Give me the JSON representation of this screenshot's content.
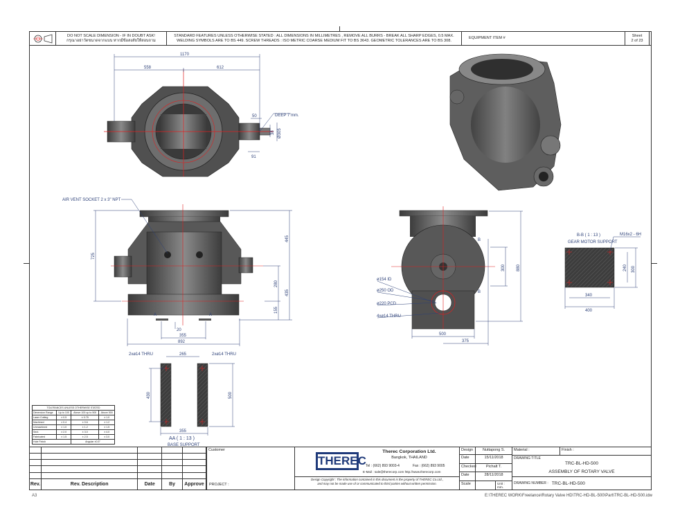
{
  "header": {
    "warning_en": "DO NOT SCALE DIMENSION - IF IN DOUBT ASK!",
    "warning_th": "กรุณาอย่าวัดขนาดจากแบบ หากมีข้อสงสัยให้สอบถาม",
    "standards_line1": "STANDARD FEATURES UNLESS OTHERWISE STATED :  ALL DIMENSIONS IN MILLIMETRES , REMOVE ALL BURRS - BREAK ALL SHARP EDGES, 0.5 MAX.",
    "standards_line2": "WELDING  SYMBOLS  ARE  TO  BS  449.   SCREW THREADS : ISO METRIC COARSE MEDIUM FIT TO BS 3643.  GEOMETRIC TOLERANCES ARE TO BS 308.",
    "equipment_item_label": "EQUIPMENT ITEM #",
    "sheet_label": "Sheet",
    "sheet_value": "2 of 23"
  },
  "views": {
    "top": {
      "d1170": "1170",
      "d558": "558",
      "d612": "612",
      "d50": "50",
      "d38": "38",
      "d305": "Ø305",
      "d91": "91",
      "note_deep": "DEEP 7 mm."
    },
    "front": {
      "note_vent": "AIR VENT SOCKET 2 x 3\" NPT",
      "d725": "725",
      "d445": "445",
      "d280": "280",
      "d435": "435",
      "d155": "155",
      "d20": "20",
      "d355": "355",
      "d892": "892",
      "sec_a": "A"
    },
    "side": {
      "d880": "880",
      "d300": "300",
      "d500": "500",
      "d375": "375",
      "sec_b": "B",
      "note_id": "ø154 ID",
      "note_od": "ø250 OD",
      "note_pcd": "ø220 PCD",
      "note_thru": "4xø14 THRU"
    },
    "bb": {
      "title": "B-B ( 1 : 13 )",
      "subtitle": "GEAR MOTOR SUPPORT",
      "thread": "M16x2 - 6H",
      "d240": "240",
      "d300": "300",
      "d340": "340",
      "d400": "400"
    },
    "aa": {
      "title": "AA ( 1 : 13 )",
      "subtitle": "BASE SUPPORT",
      "thru_left": "2xø14 THRU",
      "thru_right": "2xø14 THRU",
      "d265": "265",
      "d430": "430",
      "d500": "500",
      "d355": "355"
    }
  },
  "tolerance": {
    "title": "TOLERANCES UNLESS OTHERWISE STATED",
    "headers": [
      "Dimension Range",
      "Up to 100",
      "Above 100 up to 500",
      "Above 500"
    ],
    "rows": [
      [
        "Laser Cutting",
        "± 0.5",
        "± 0.75",
        "± 1.0"
      ],
      [
        "Machined",
        "± 0.4",
        "± 0.6",
        "± 1.2"
      ],
      [
        "Unmachined",
        "± 1.0",
        "± 1.2",
        "± 1.5"
      ],
      [
        "Sect.",
        "± 2.0",
        "± 3.0",
        "± 4.0"
      ],
      [
        "Fabricated",
        "± 1.5",
        "± 2.5",
        "± 3.0"
      ]
    ],
    "finish_label": "Hole Finish",
    "angular": "Angular ±0.5°"
  },
  "revision": {
    "rev": "Rev.",
    "description": "Rev. Description",
    "date": "Date",
    "by": "By",
    "approve": "Approve"
  },
  "title_block": {
    "customer_label": "Customer",
    "project_label": "PROJECT :",
    "logo": "THEREC",
    "company": "Therec Corporation Ltd.",
    "city": "Bangkok, THAILAND",
    "tel": "Tel : (662) 893 9003-4",
    "fax": "Fax : (662) 893 9005",
    "email": "E-Mail : sale@therecorp.com  http://www.therecorp.com",
    "copyright1": "Design Copyright : The information contained in this document is the property of THEREC Co.Ltd.,",
    "copyright2": "and may not be made use of or communicated to third parties without written permission.",
    "design_label": "Design",
    "design_value": "Nuttapong S.",
    "date1_label": "Date",
    "date1_value": "15/11/2018",
    "checked_label": "Checked",
    "checked_value": "Pichalt T.",
    "date2_label": "Date",
    "date2_value": "28/11/2018",
    "scale_label": "Scale",
    "scale_value": "",
    "unit_label": "Unit : mm.",
    "material_label": "Material :",
    "finish_label": "Finish :",
    "drawing_title_label": "DRAWING TITLE",
    "drawing_title_1": "TRC-BL-HD-500",
    "drawing_title_2": "ASSEMBLY OF ROTARY VALVE",
    "drawing_number_label": "DRAWING NUMBER :",
    "drawing_number": "TRC-BL-HD-500"
  },
  "footer": {
    "paper": "A3",
    "path": "E:\\THEREC WORK\\Freelance\\Rotary Valve HD\\TRC-HD-BL-500\\Part\\TRC-BL-HD-500.idw"
  },
  "colors": {
    "dimension": "#2b3f77",
    "centerline": "#e02020",
    "metal": "#5a5a5a",
    "logo": "#1f3a7a"
  }
}
